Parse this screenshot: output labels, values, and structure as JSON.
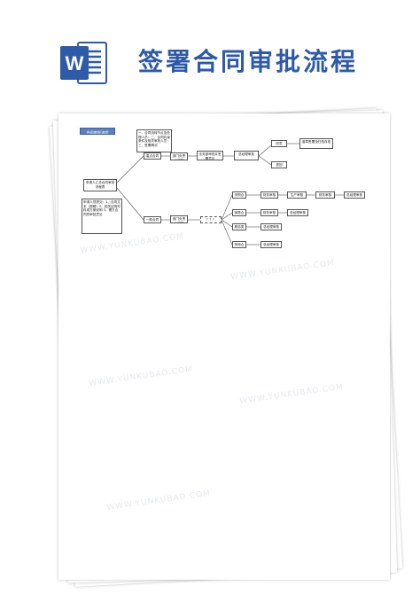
{
  "header": {
    "title": "签署合同审批流程",
    "app_letter": "W",
    "brand_color": "#2e5aa8"
  },
  "flowchart": {
    "title_label": "合同审批流程",
    "start_label": "申请人汇总合同审批流程表",
    "top_note": "一、合同流转节点及处理人员：二、合同约束条件及相关审批人员：三、签署情况",
    "start_note": "申请人须提交：1、合同文本（原稿）2、相关证明材料或方案说明 3、需方合同的审批意见",
    "branch_major": "重点合同",
    "branch_general": "一般合同",
    "dept_review_1": "部门负责人审批",
    "dept_review_2": "部门负责人审批",
    "legal_review": "法务部审批并签署意见",
    "gm_review": "总经理审批",
    "approve": "同意",
    "reject": "退回",
    "seal_archive": "盖章签署及归档存档",
    "dashed_hint": "？？？",
    "rows": [
      {
        "type": "采购合同",
        "steps": [
          "财务审核",
          "生产审核",
          "财务审核",
          "总经理审核"
        ]
      },
      {
        "type": "销售合同",
        "steps": [
          "财务审核",
          "总经理审核"
        ]
      },
      {
        "type": "服务类合同",
        "steps": [
          "总经理审核"
        ]
      },
      {
        "type": "其他合同",
        "steps": [
          "总经理审核"
        ]
      }
    ]
  },
  "watermark_text": "WWW.YUNKUBAO.COM"
}
